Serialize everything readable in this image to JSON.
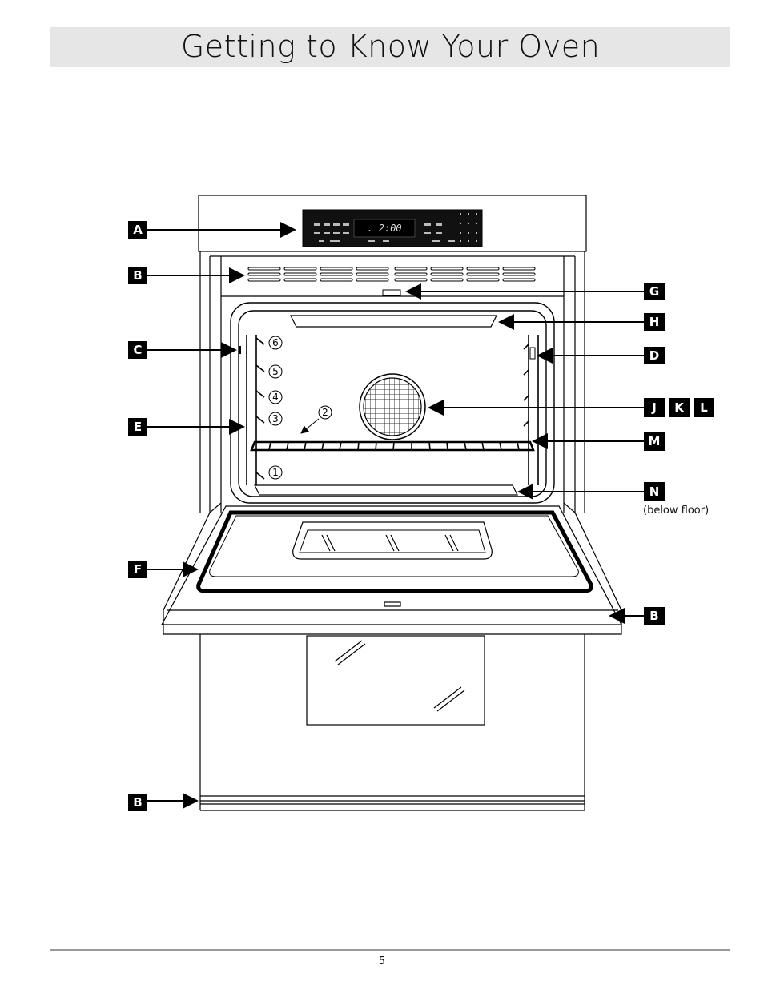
{
  "header": {
    "title": "Getting to Know Your Oven"
  },
  "control_panel": {
    "display_time": ". 2:00"
  },
  "labels": {
    "A": "A",
    "B_top": "B",
    "B_door": "B",
    "B_bottom": "B",
    "C": "C",
    "D": "D",
    "E": "E",
    "F": "F",
    "G": "G",
    "H": "H",
    "J": "J",
    "K": "K",
    "L": "L",
    "M": "M",
    "N": "N"
  },
  "notes": {
    "n_note": "(below floor)"
  },
  "rack_positions": [
    "6",
    "5",
    "4",
    "3",
    "2",
    "1"
  ],
  "footer": {
    "page_number": "5"
  }
}
